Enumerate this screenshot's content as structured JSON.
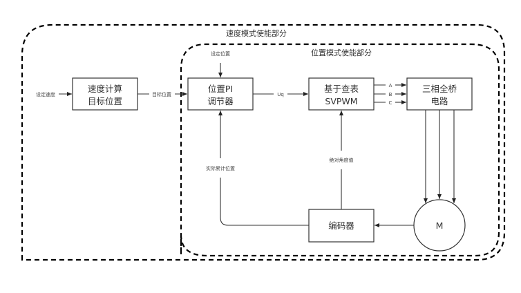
{
  "regions": {
    "speed_mode": "速度模式使能部分",
    "position_mode": "位置模式使能部分"
  },
  "blocks": {
    "speed_calc": [
      "速度计算",
      "目标位置"
    ],
    "position_pi": [
      "位置PI",
      "调节器"
    ],
    "svpwm": [
      "基于查表",
      "SVPWM"
    ],
    "bridge": [
      "三相全桥",
      "电路"
    ],
    "encoder": "编码器",
    "motor": "M"
  },
  "signals": {
    "set_speed": "设定速度",
    "target_position": "目标位置",
    "set_position": "设定位置",
    "uq": "Uq",
    "phase_a": "A",
    "phase_b": "B",
    "phase_c": "C",
    "actual_position": "实际累计位置",
    "absolute_angle": "绝对角度值"
  }
}
